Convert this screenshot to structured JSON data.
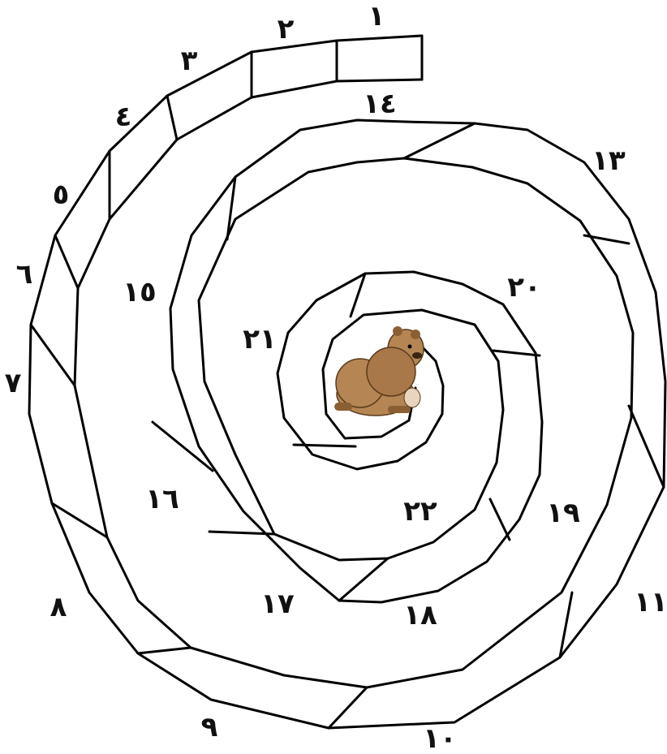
{
  "board": {
    "type": "spiral-path-game",
    "center_picture": "bear",
    "squares": [
      {
        "label": "١"
      },
      {
        "label": "٢"
      },
      {
        "label": "٣"
      },
      {
        "label": "٤"
      },
      {
        "label": "٥"
      },
      {
        "label": "٦"
      },
      {
        "label": "٧"
      },
      {
        "label": "٨"
      },
      {
        "label": "٩"
      },
      {
        "label": "١٠"
      },
      {
        "label": "١١"
      },
      {
        "label": "١٣"
      },
      {
        "label": "١٤"
      },
      {
        "label": "١٥"
      },
      {
        "label": "١٦"
      },
      {
        "label": "١٧"
      },
      {
        "label": "١٨"
      },
      {
        "label": "١٩"
      },
      {
        "label": "٢٠"
      },
      {
        "label": "٢١"
      },
      {
        "label": "٢٢"
      }
    ]
  },
  "colors": {
    "line": "#000000",
    "background": "#ffffff",
    "bear_fur": "#b58653",
    "bear_shadow": "#8a5f33"
  }
}
